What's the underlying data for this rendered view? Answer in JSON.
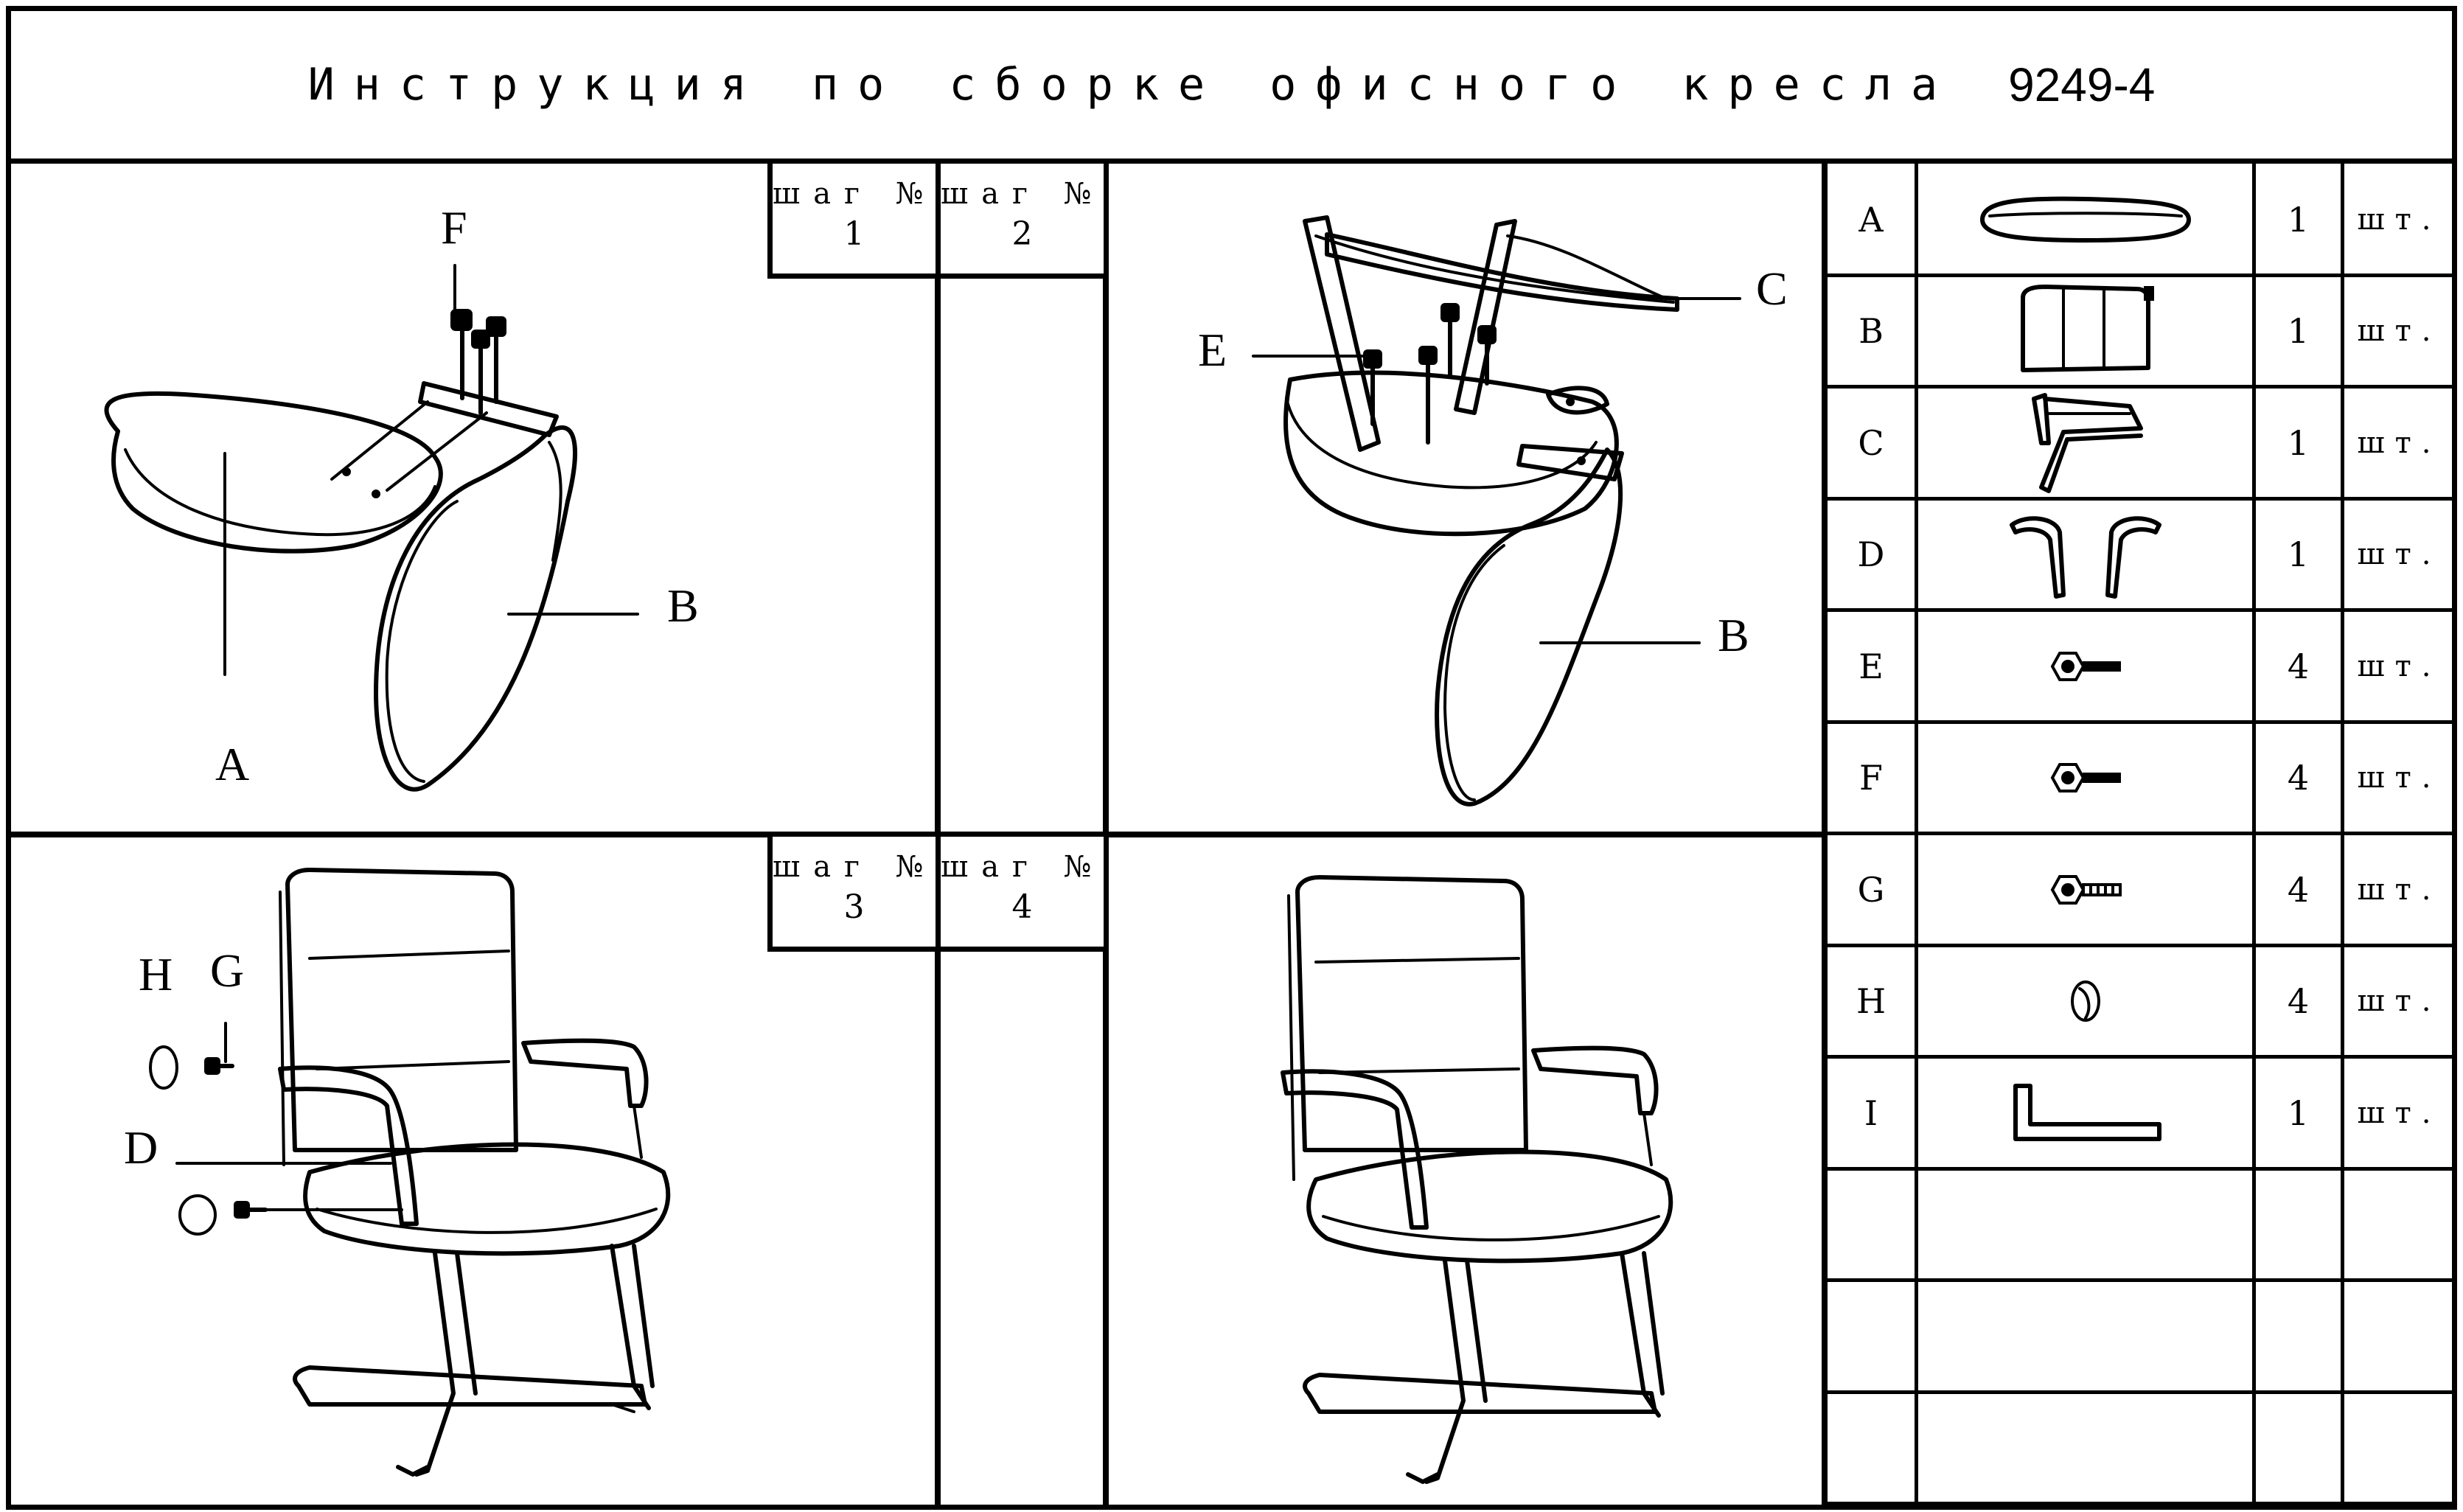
{
  "title": {
    "text": "Инструкция по сборке офисного кресла",
    "model": "9249-4"
  },
  "steps": [
    {
      "label": "шаг №",
      "number": "1"
    },
    {
      "label": "шаг №",
      "number": "2"
    },
    {
      "label": "шаг №",
      "number": "3"
    },
    {
      "label": "шаг №",
      "number": "4"
    }
  ],
  "callouts": {
    "step1": {
      "F": "F",
      "A": "A",
      "B": "B"
    },
    "step2": {
      "C": "C",
      "E": "E",
      "B": "B"
    },
    "step3": {
      "H": "H",
      "G": "G",
      "D": "D"
    }
  },
  "parts": [
    {
      "letter": "A",
      "qty": "1",
      "unit": "шт.",
      "icon": "seat-cushion-icon"
    },
    {
      "letter": "B",
      "qty": "1",
      "unit": "шт.",
      "icon": "backrest-icon"
    },
    {
      "letter": "C",
      "qty": "1",
      "unit": "шт.",
      "icon": "sled-base-frame-icon"
    },
    {
      "letter": "D",
      "qty": "1",
      "unit": "шт.",
      "icon": "armrests-icon"
    },
    {
      "letter": "E",
      "qty": "4",
      "unit": "шт.",
      "icon": "screw-icon"
    },
    {
      "letter": "F",
      "qty": "4",
      "unit": "шт.",
      "icon": "screw-icon"
    },
    {
      "letter": "G",
      "qty": "4",
      "unit": "шт.",
      "icon": "bolt-icon"
    },
    {
      "letter": "H",
      "qty": "4",
      "unit": "шт.",
      "icon": "cap-icon"
    },
    {
      "letter": "I",
      "qty": "1",
      "unit": "шт.",
      "icon": "allen-key-icon"
    },
    {
      "letter": "",
      "qty": "",
      "unit": "",
      "icon": ""
    },
    {
      "letter": "",
      "qty": "",
      "unit": "",
      "icon": ""
    },
    {
      "letter": "",
      "qty": "",
      "unit": "",
      "icon": ""
    }
  ]
}
